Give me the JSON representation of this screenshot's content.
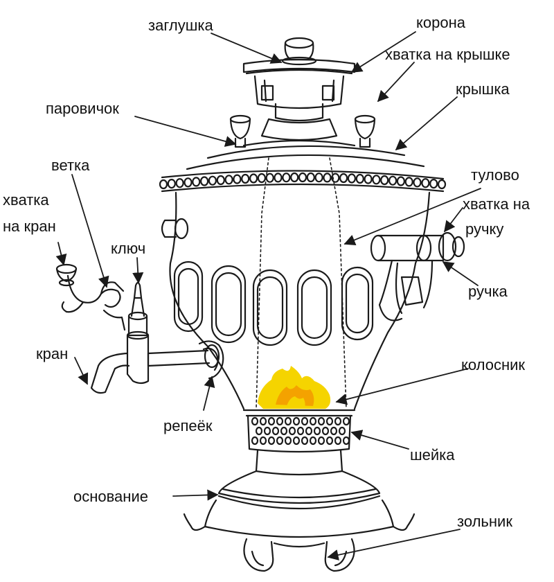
{
  "labels": {
    "zaglushka": "заглушка",
    "korona": "корона",
    "khvatka_na_kryshke": "хватка на крышке",
    "kryshka": "крышка",
    "parovichok": "паровичок",
    "vetka": "ветка",
    "khvatka_na_kran_1": "хватка",
    "khvatka_na_kran_2": "на кран",
    "klyuch": "ключ",
    "tulovo": "тулово",
    "khvatka_na_ruchku_1": "хватка на",
    "khvatka_na_ruchku_2": "ручку",
    "ruchka": "ручка",
    "kran": "кран",
    "kolosnik": "колосник",
    "repeyok": "репеёк",
    "sheyka": "шейка",
    "osnovanie": "основание",
    "zolnik": "зольник"
  },
  "colors": {
    "line": "#1a1a1a",
    "flame_outer": "#f5d400",
    "flame_inner": "#f4a200",
    "background": "#ffffff"
  }
}
